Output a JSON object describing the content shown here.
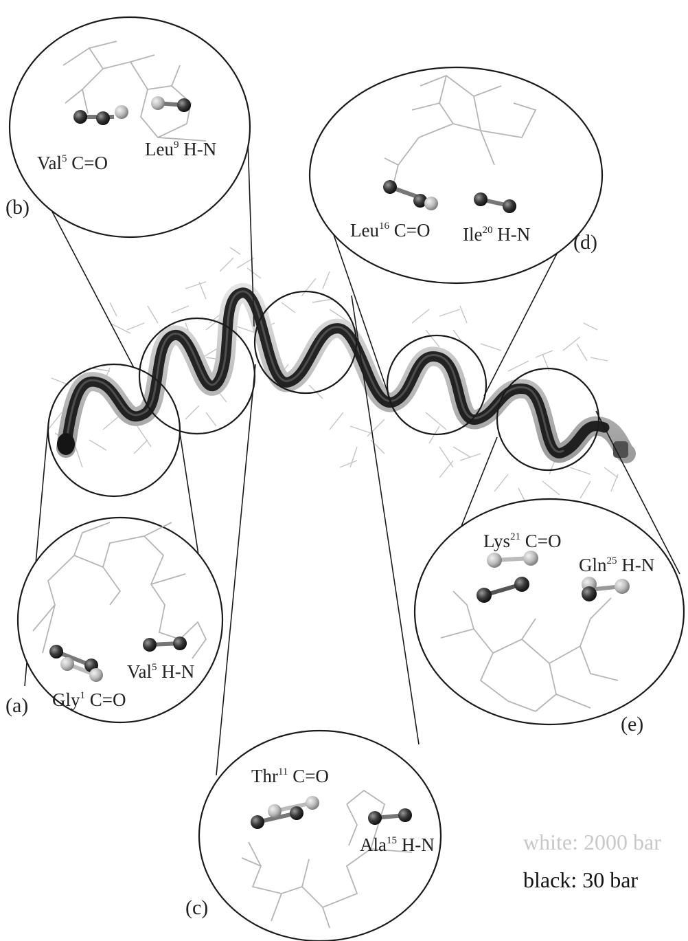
{
  "figure": {
    "panels": {
      "a": {
        "panel_label": "(a)",
        "donor": "Gly",
        "donor_num": "1",
        "donor_group": " C=O",
        "acceptor": "Val",
        "acceptor_num": "5",
        "acceptor_group": " H-N"
      },
      "b": {
        "panel_label": "(b)",
        "donor": "Val",
        "donor_num": "5",
        "donor_group": " C=O",
        "acceptor": "Leu",
        "acceptor_num": "9",
        "acceptor_group": " H-N"
      },
      "c": {
        "panel_label": "(c)",
        "donor": "Thr",
        "donor_num": "11",
        "donor_group": " C=O",
        "acceptor": "Ala",
        "acceptor_num": "15",
        "acceptor_group": " H-N"
      },
      "d": {
        "panel_label": "(d)",
        "donor": "Leu",
        "donor_num": "16",
        "donor_group": " C=O",
        "acceptor": "Ile",
        "acceptor_num": "20",
        "acceptor_group": " H-N"
      },
      "e": {
        "panel_label": "(e)",
        "donor": "Lys",
        "donor_num": "21",
        "donor_group": " C=O",
        "acceptor": "Gln",
        "acceptor_num": "25",
        "acceptor_group": " H-N"
      }
    },
    "legend": {
      "white_label": "white: 2000 bar",
      "black_label": "black: 30 bar",
      "white_color": "#c8c8c8",
      "black_color": "#111111"
    }
  }
}
